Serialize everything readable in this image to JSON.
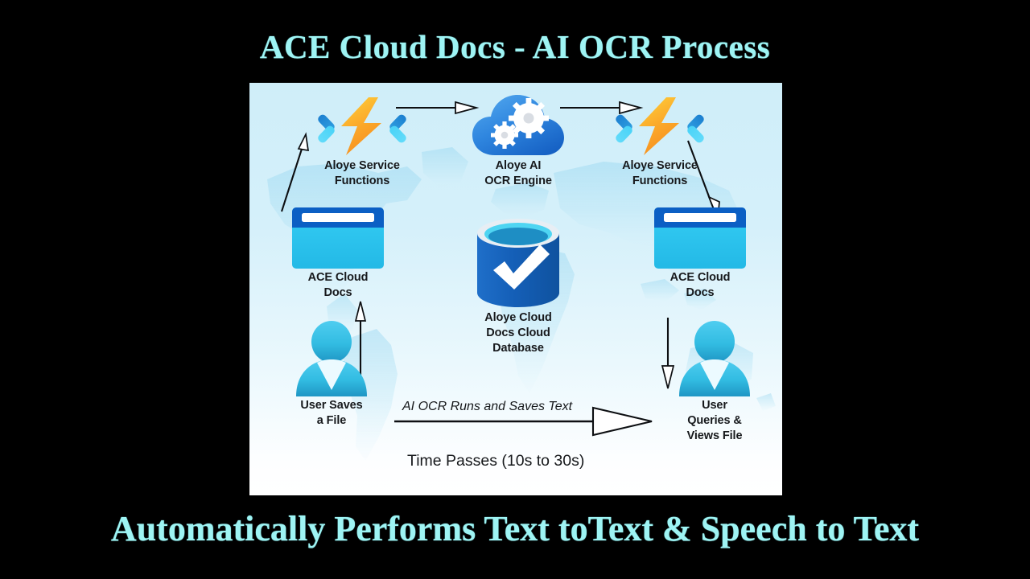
{
  "slide": {
    "title": "ACE Cloud Docs - AI OCR Process",
    "footer": "Automatically Performs Text toText & Speech to Text",
    "accent_color": "#9ef4f4",
    "background_color": "#000000"
  },
  "diagram": {
    "panel_background": "#cfeef9",
    "nodes": [
      {
        "id": "functions-left",
        "icon": "azure-functions-icon",
        "label": "Aloye Service\nFunctions"
      },
      {
        "id": "ocr-engine",
        "icon": "cloud-gears-icon",
        "label": "Aloye AI\nOCR Engine"
      },
      {
        "id": "functions-right",
        "icon": "azure-functions-icon",
        "label": "Aloye Service\nFunctions"
      },
      {
        "id": "docs-left",
        "icon": "browser-window-icon",
        "label": "ACE Cloud\nDocs"
      },
      {
        "id": "database",
        "icon": "database-check-icon",
        "label": "Aloye Cloud\nDocs Cloud\nDatabase"
      },
      {
        "id": "docs-right",
        "icon": "browser-window-icon",
        "label": "ACE Cloud\nDocs"
      },
      {
        "id": "user-left",
        "icon": "user-icon",
        "label": "User Saves\na File"
      },
      {
        "id": "user-right",
        "icon": "user-icon",
        "label": "User\nQueries &\nViews File"
      }
    ],
    "annotations": {
      "flow_label": "AI OCR Runs and Saves Text",
      "time_label": "Time Passes (10s to 30s)"
    },
    "colors": {
      "functions_bolt": "#f8a930",
      "functions_bracket": "#1b8fd6",
      "cloud": "#2f7fd8",
      "database": "#1565b8",
      "window_titlebar": "#0b5fc4",
      "window_body": "#2ec4ef",
      "user": "#2fb6e0",
      "arrow": "#0d0f12"
    }
  }
}
